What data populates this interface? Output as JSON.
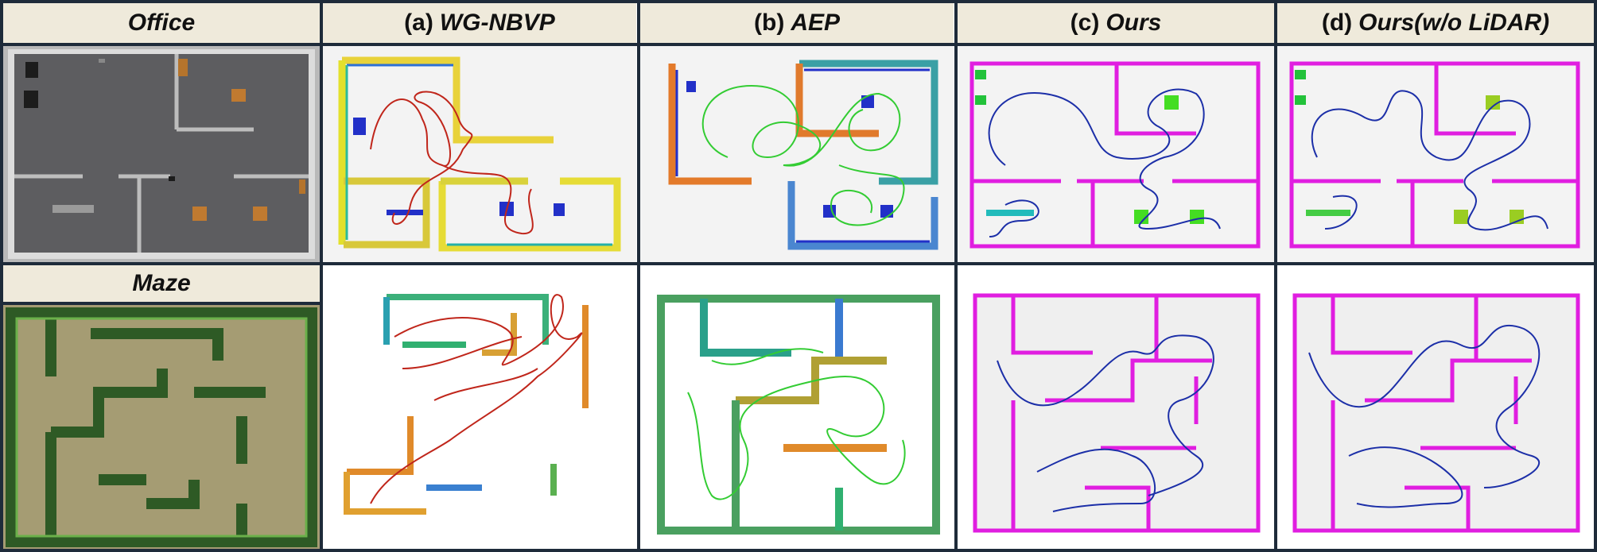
{
  "rows": [
    {
      "label": "Office"
    },
    {
      "label": "Maze"
    }
  ],
  "columns": [
    {
      "prefix": "(a)",
      "name": "WG-NBVP",
      "trajectory_color": "#c0261b"
    },
    {
      "prefix": "(b)",
      "name": "AEP",
      "trajectory_color": "#33cc33"
    },
    {
      "prefix": "(c)",
      "name": "Ours",
      "trajectory_color": "#1c2fa8"
    },
    {
      "prefix": "(d)",
      "name": "Ours(w/o LiDAR)",
      "trajectory_color": "#1c2fa8"
    }
  ],
  "colors": {
    "header_bg": "#efeadb",
    "grid_line": "#1e2b3a",
    "office_floor": "#5d5d60",
    "maze_wall": "#2e5a25",
    "maze_ground": "#a59c73",
    "wall_magenta": "#e01ee0"
  }
}
